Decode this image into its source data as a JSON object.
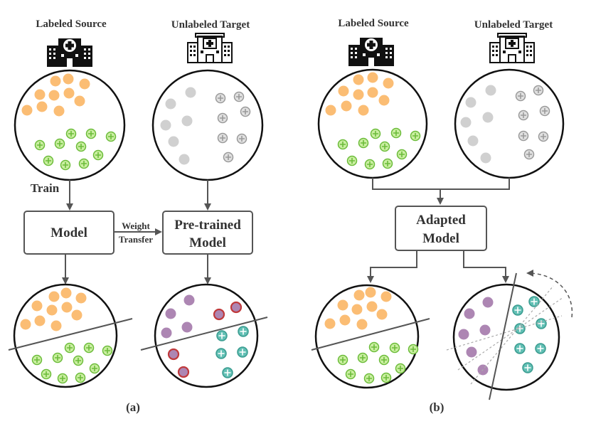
{
  "panel_a": {
    "source_title": "Labeled Source",
    "target_title": "Unlabeled Target",
    "train_label": "Train",
    "model_label": "Model",
    "transfer_label_1": "Weight",
    "transfer_label_2": "Transfer",
    "pretrained_label_1": "Pre-trained",
    "pretrained_label_2": "Model",
    "caption": "(a)"
  },
  "panel_b": {
    "source_title": "Labeled Source",
    "target_title": "Unlabeled Target",
    "adapted_label_1": "Adapted",
    "adapted_label_2": "Model",
    "caption": "(b)"
  },
  "colors": {
    "orange": "#fbbd74",
    "green_fill": "#c9eea0",
    "green_stroke": "#6cbc3a",
    "gray_light": "#d0d0d0",
    "gray_cross": "#9a9a9a",
    "purple": "#ad86b3",
    "teal": "#63c0b5",
    "error_stroke": "#c0393b",
    "line": "#555555"
  }
}
